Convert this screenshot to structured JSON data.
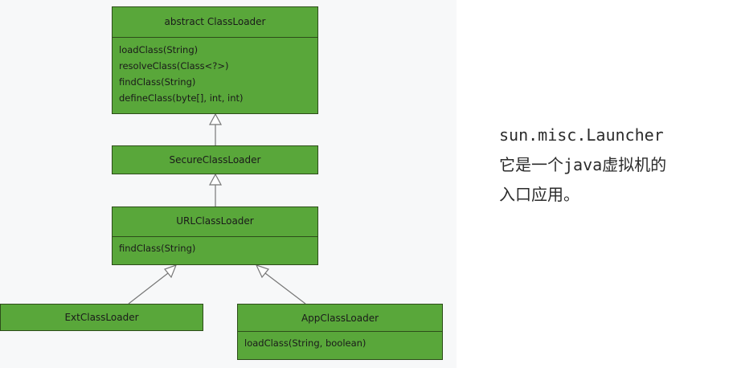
{
  "classes": {
    "classloader": {
      "name": "abstract ClassLoader",
      "methods": [
        "loadClass(String)",
        "resolveClass(Class<?>)",
        "findClass(String)",
        "defineClass(byte[], int, int)"
      ]
    },
    "secure": {
      "name": "SecureClassLoader"
    },
    "url": {
      "name": "URLClassLoader",
      "methods": [
        "findClass(String)"
      ]
    },
    "ext": {
      "name": "ExtClassLoader"
    },
    "app": {
      "name": "AppClassLoader",
      "methods": [
        "loadClass(String, boolean)"
      ]
    }
  },
  "note": {
    "lines": [
      "sun.misc.Launcher",
      "它是一个java虚拟机的",
      "入口应用。"
    ]
  },
  "colors": {
    "box_fill": "#59a73a",
    "box_border": "#2d4d1a",
    "arrow": "#777777"
  }
}
